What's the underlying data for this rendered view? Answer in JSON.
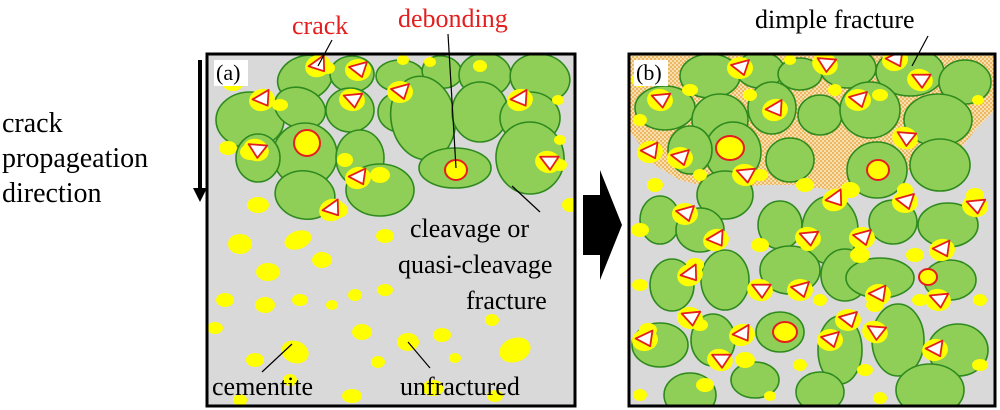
{
  "left_labels": {
    "line1": "crack",
    "line2": "propageation",
    "line3": "direction"
  },
  "panel_a": {
    "tag": "(a)",
    "label_crack": "crack",
    "label_debonding": "debonding",
    "label_cleavage_1": "cleavage or",
    "label_cleavage_2": "quasi-cleavage",
    "label_cleavage_3": "fracture",
    "label_cementite": "cementite",
    "label_unfractured": "unfractured"
  },
  "panel_b": {
    "tag": "(b)",
    "label_dimple": "dimple fracture"
  },
  "colors": {
    "matrix": "#d9d9d9",
    "grain_fill": "#8fcf58",
    "grain_stroke": "#2f8a1e",
    "cementite": "#ffff00",
    "crack": "#e41e1e",
    "label_red": "#e41e1e",
    "dimple_dot": "#e89a2a"
  }
}
